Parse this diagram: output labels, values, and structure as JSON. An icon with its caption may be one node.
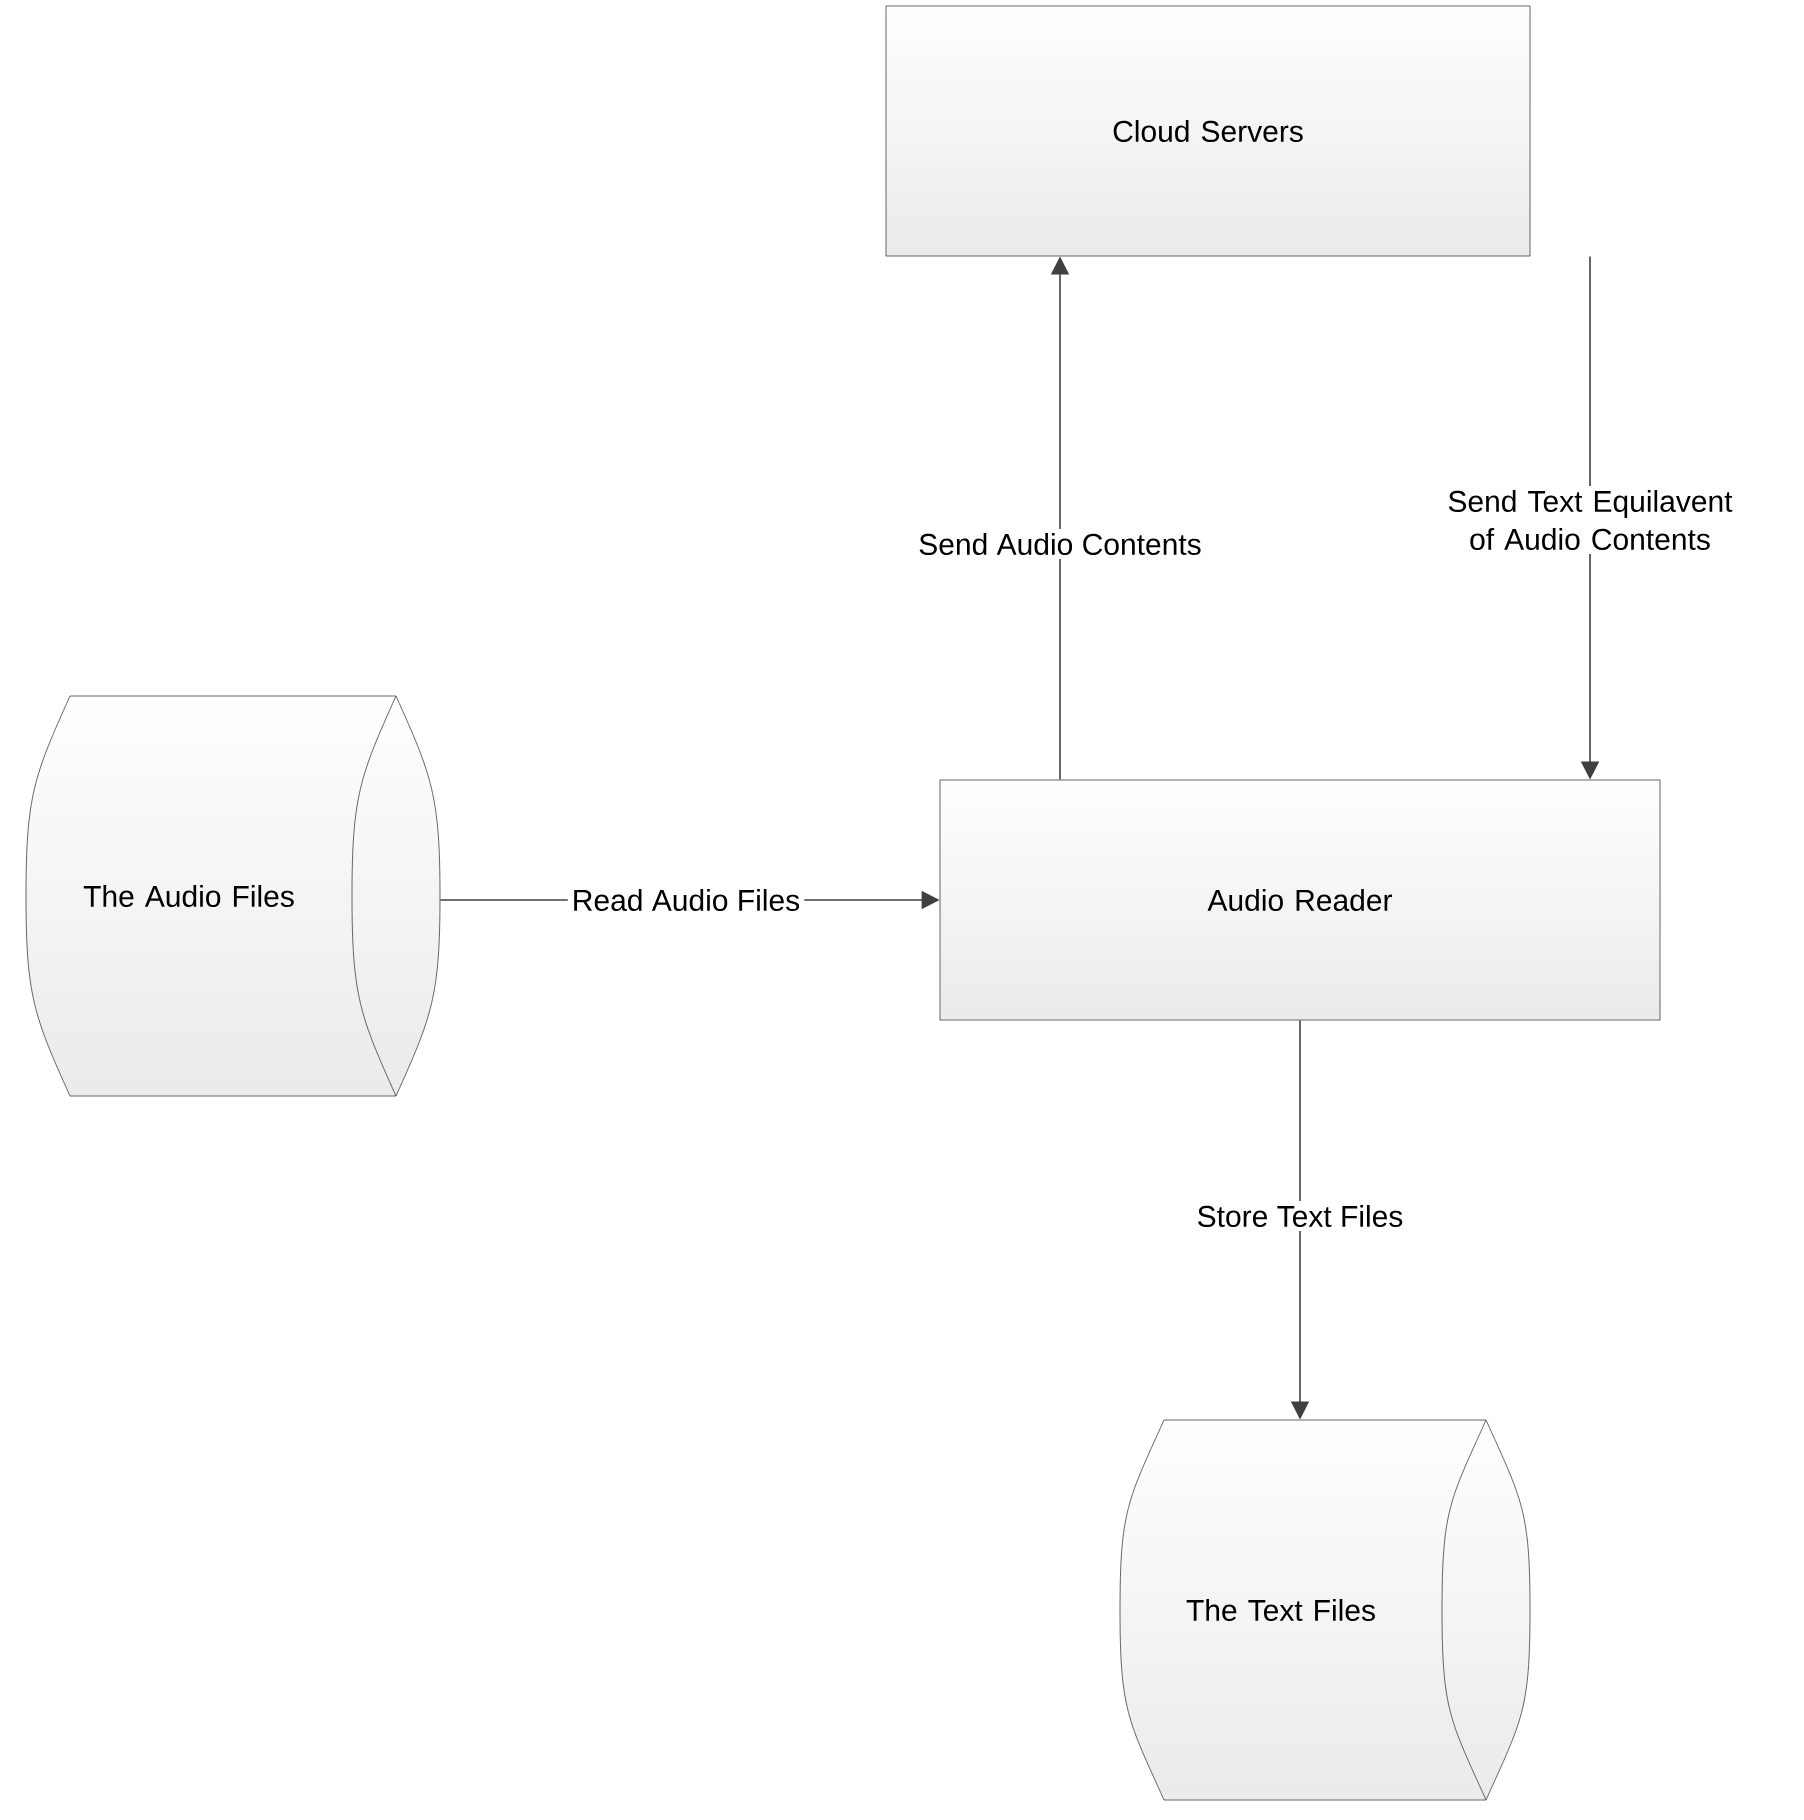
{
  "diagram": {
    "nodes": [
      {
        "text": [
          "Cloud Servers"
        ]
      },
      {
        "text": [
          "The Audio Files"
        ]
      },
      {
        "text": [
          "Audio Reader"
        ]
      },
      {
        "text": [
          "The Text Files"
        ]
      }
    ],
    "edges": [
      {
        "from": 2,
        "to": 0,
        "arrow": "to",
        "label": "Send Audio Contents"
      },
      {
        "from": 0,
        "to": 2,
        "arrow": "to",
        "label": "Send Text Equilavent of Audio Contents"
      },
      {
        "from": 1,
        "to": 2,
        "arrow": "to",
        "label": "Read Audio Files"
      },
      {
        "from": 2,
        "to": 3,
        "arrow": "to",
        "label": "Store Text Files"
      }
    ]
  }
}
